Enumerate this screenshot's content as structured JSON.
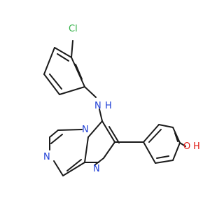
{
  "molecule": {
    "atom_labels": {
      "chlorine": "Cl",
      "amine_n": "N",
      "amine_h": "H",
      "bridgehead_n": "N",
      "imidazole_n": "N",
      "pyrazine_n": "N",
      "hydroxyl_o": "O",
      "hydroxyl_h": "H"
    },
    "colors": {
      "bond": "#1a1a1a",
      "nitrogen": "#1f3fd6",
      "oxygen": "#e0201a",
      "chlorine": "#36b24a"
    }
  }
}
